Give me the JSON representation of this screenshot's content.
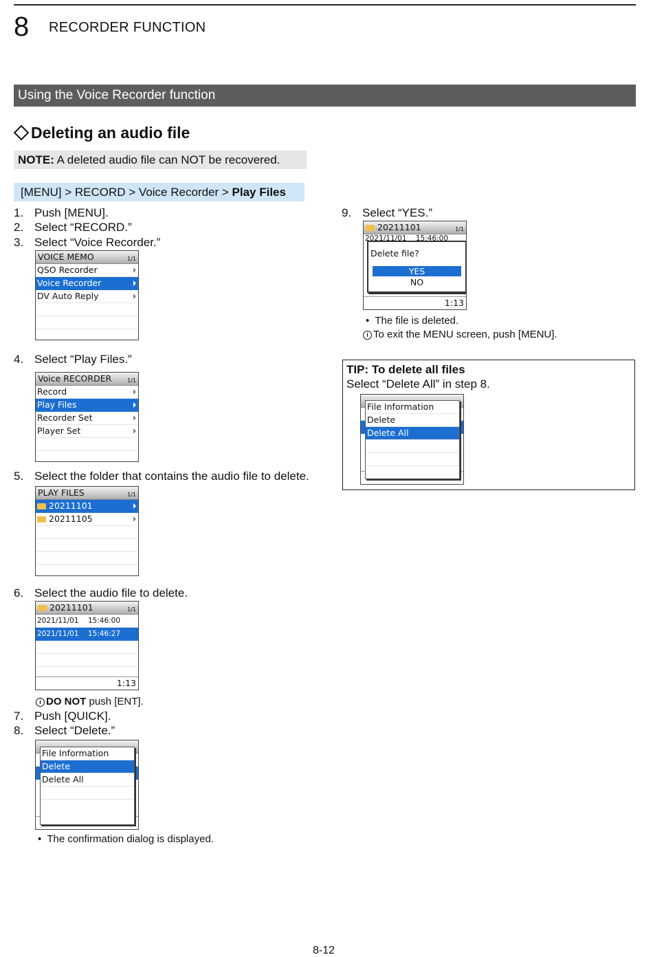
{
  "header": {
    "chapter_number": "8",
    "chapter_title": "RECORDER FUNCTION"
  },
  "section_title": "Using the Voice Recorder function",
  "heading": "Deleting an audio file",
  "note": {
    "label": "NOTE:",
    "text": " A deleted audio file can NOT be recovered."
  },
  "menu_path": {
    "prefix": "[MENU] > RECORD > Voice Recorder > ",
    "last": "Play Files"
  },
  "steps": {
    "s1": {
      "num": "1.",
      "text": "Push [MENU]."
    },
    "s2": {
      "num": "2.",
      "text": "Select “RECORD.”"
    },
    "s3": {
      "num": "3.",
      "text": "Select “Voice Recorder.”"
    },
    "s4": {
      "num": "4.",
      "text": "Select “Play Files.”"
    },
    "s5": {
      "num": "5.",
      "text": "Select the folder that contains the audio file to delete."
    },
    "s6": {
      "num": "6.",
      "text": "Select the audio file to delete."
    },
    "s6_info_bold": "DO NOT",
    "s6_info_rest": " push [ENT].",
    "s7": {
      "num": "7.",
      "text": "Push [QUICK]."
    },
    "s8": {
      "num": "8.",
      "text": "Select “Delete.”"
    },
    "s8_bullet": "The confirmation dialog is displayed.",
    "s9": {
      "num": "9.",
      "text": "Select “YES.”"
    },
    "s9_bullet": "The file is deleted.",
    "s9_info": "To exit the MENU screen, push [MENU]."
  },
  "screens": {
    "voice_memo": {
      "title": "VOICE MEMO",
      "page": "1/1",
      "items": [
        "QSO Recorder",
        "Voice Recorder",
        "DV Auto Reply"
      ]
    },
    "voice_recorder": {
      "title": "Voice RECORDER",
      "page": "1/1",
      "items": [
        "Record",
        "Play Files",
        "Recorder Set",
        "Player Set"
      ]
    },
    "play_files": {
      "title": "PLAY FILES",
      "page": "1/1",
      "items": [
        "20211101",
        "20211105"
      ]
    },
    "folder": {
      "title": "20211101",
      "page": "1/1",
      "files": [
        "2021/11/01    15:46:00",
        "2021/11/01    15:46:27"
      ],
      "time": "1:13"
    },
    "quick_menu": {
      "items": [
        "File Information",
        "Delete",
        "Delete All"
      ]
    },
    "confirm": {
      "title": "20211101",
      "page": "1/1",
      "file_partial": "2021/11/01    15:46:00",
      "question": "Delete file?",
      "yes": "YES",
      "no": "NO",
      "time": "1:13"
    }
  },
  "tip": {
    "title": "TIP: To delete all files",
    "text": "Select “Delete All” in step 8."
  },
  "page_number": "8-12"
}
